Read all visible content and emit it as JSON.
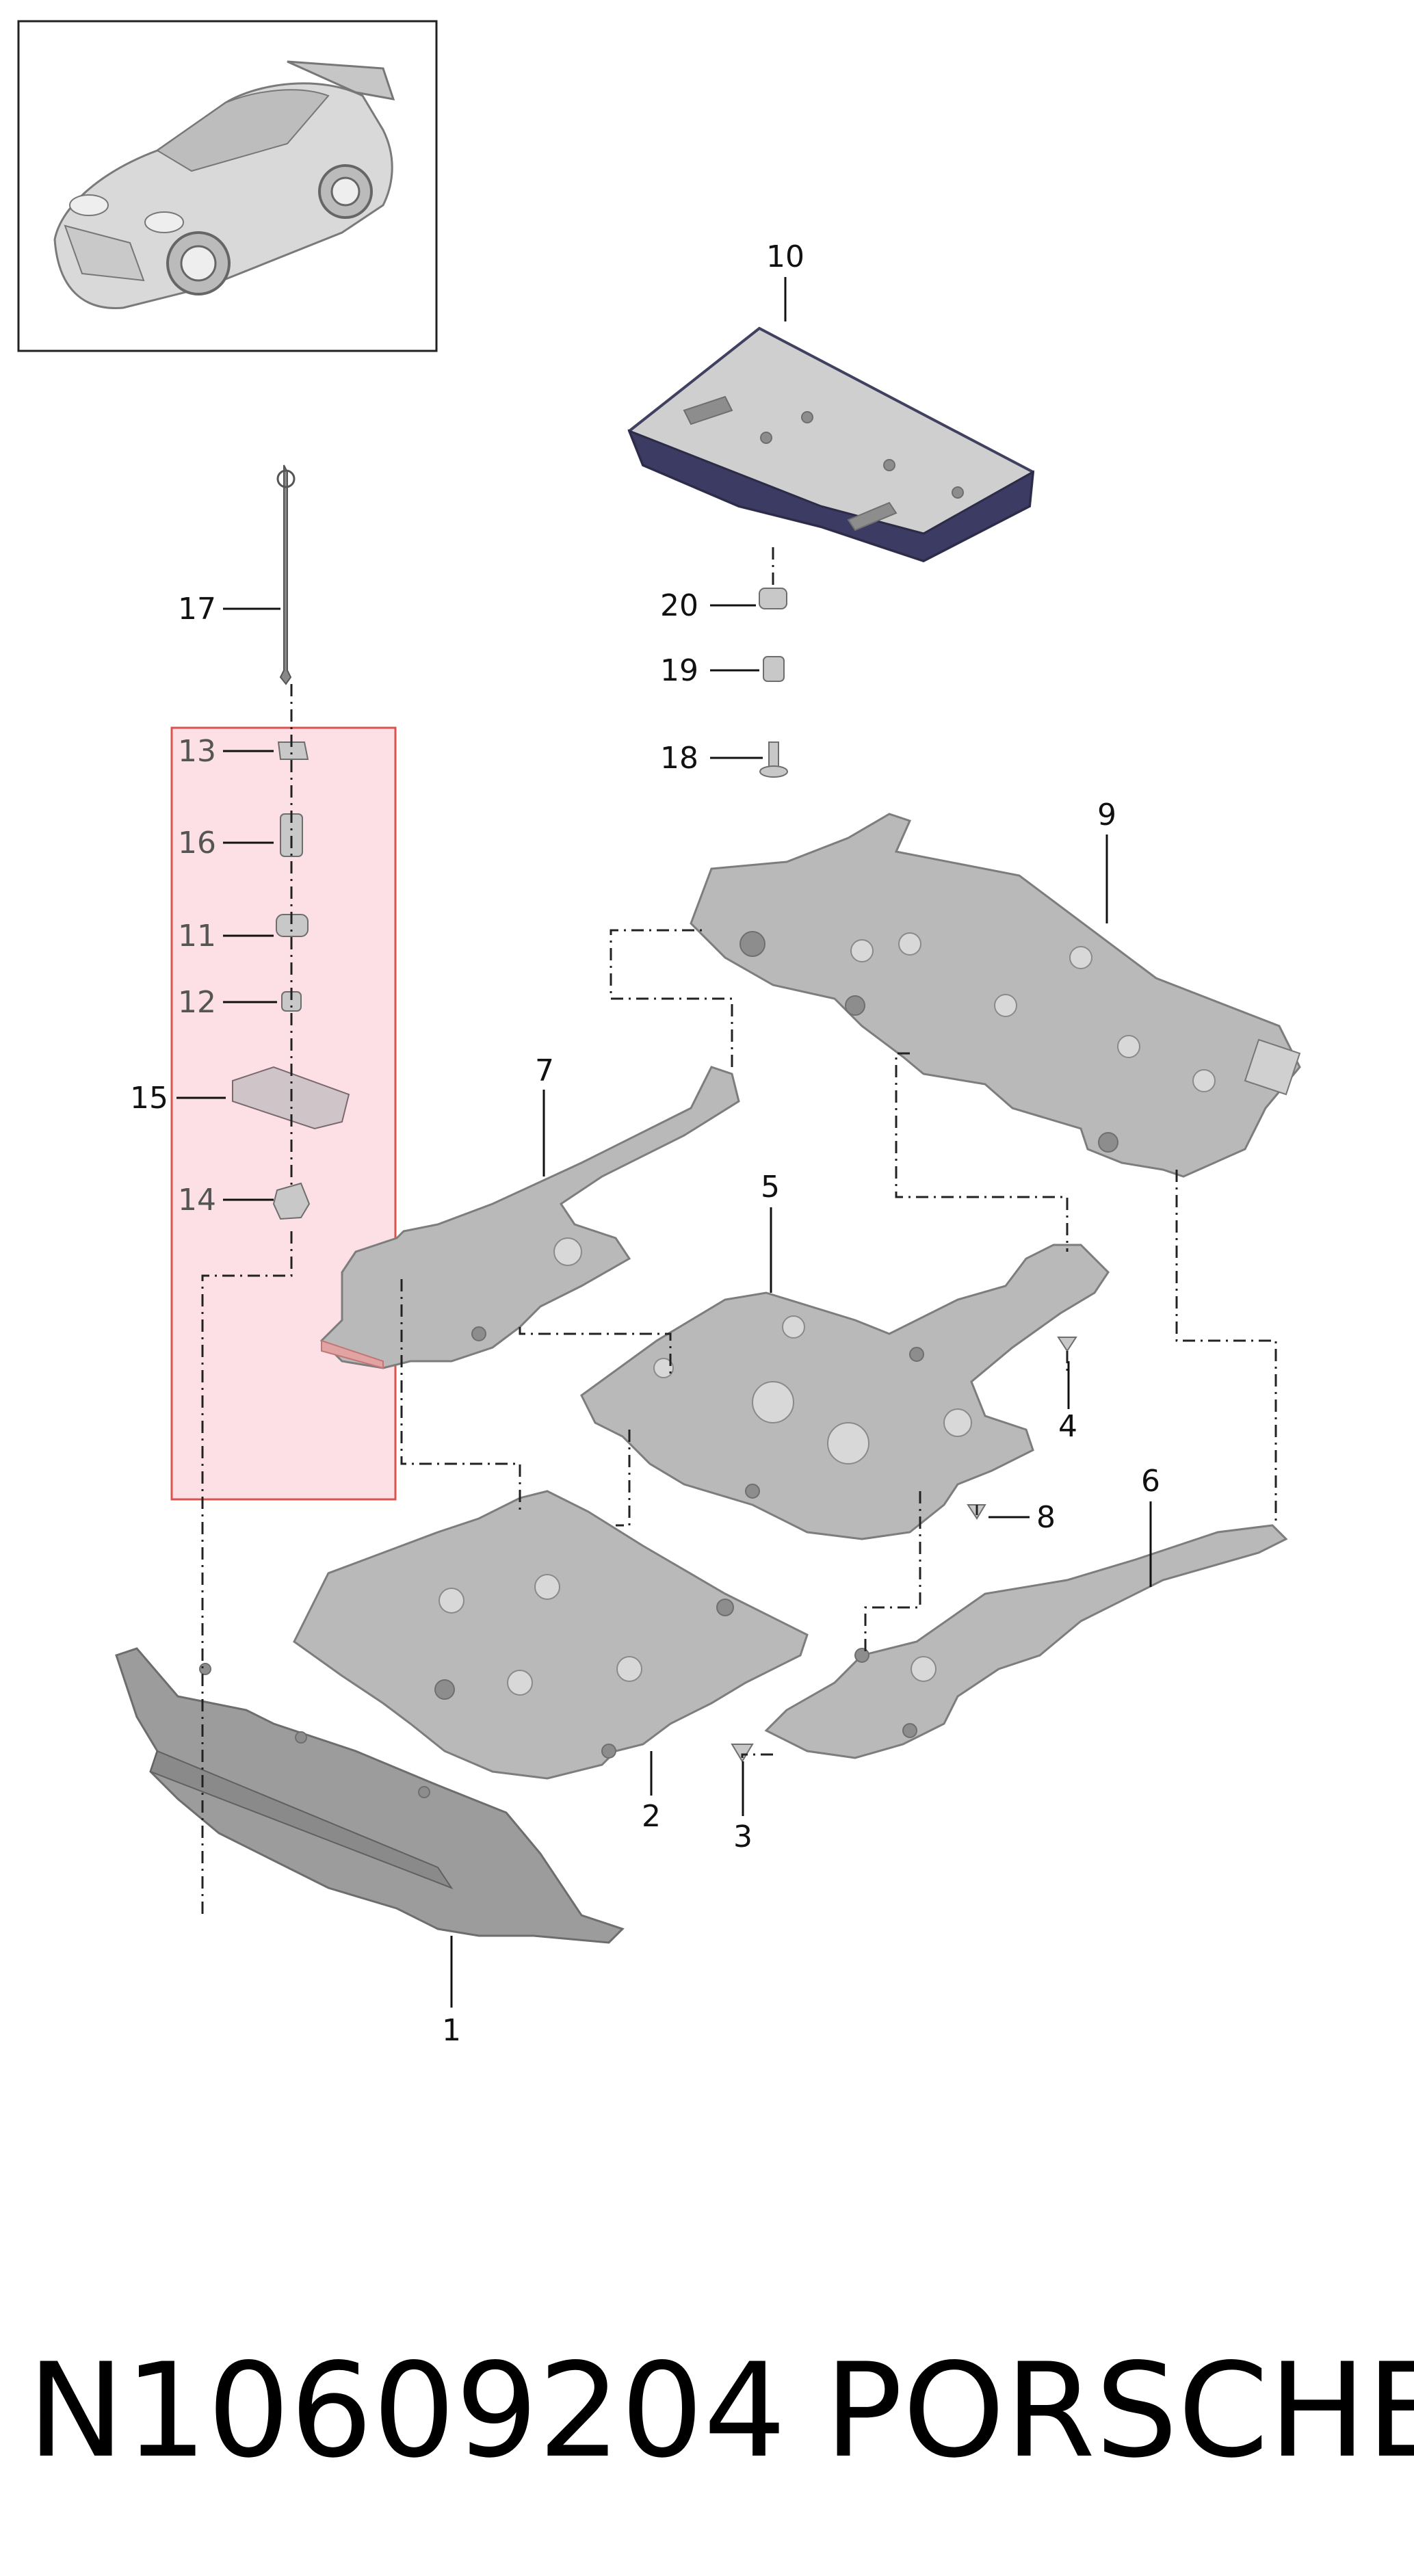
{
  "diagram": {
    "part_number": "N10609204",
    "brand": "PORSCHE",
    "callouts": {
      "c1": "1",
      "c2": "2",
      "c3": "3",
      "c4": "4",
      "c5": "5",
      "c6": "6",
      "c7": "7",
      "c8": "8",
      "c9": "9",
      "c10": "10",
      "c11": "11",
      "c12": "12",
      "c13": "13",
      "c14": "14",
      "c15": "15",
      "c16": "16",
      "c17": "17",
      "c18": "18",
      "c19": "19",
      "c20": "20"
    },
    "highlight_color": "#fde0e6",
    "highlight_border": "#d9534f"
  }
}
